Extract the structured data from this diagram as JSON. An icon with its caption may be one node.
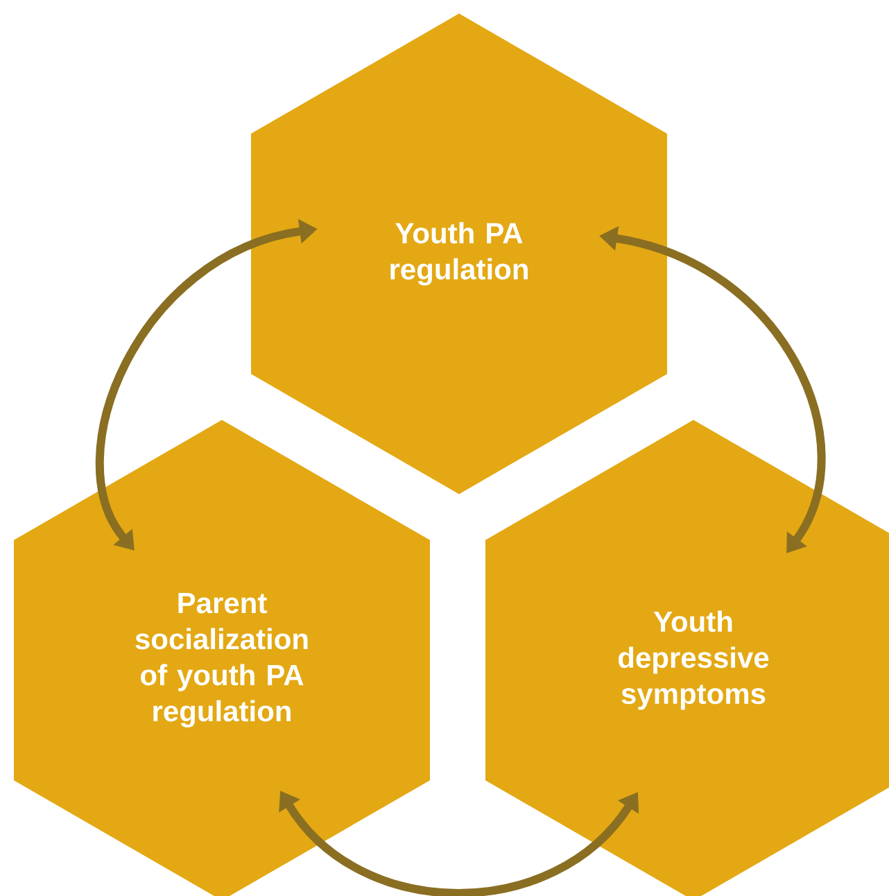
{
  "diagram": {
    "nodes": [
      {
        "text": [
          "Youth PA regulation"
        ]
      },
      {
        "text": [
          "Parent socialization of youth PA regulation"
        ]
      },
      {
        "text": [
          "Youth depressive symptoms"
        ]
      }
    ],
    "edges": [
      {
        "from": 0,
        "to": 1,
        "arrow": "both"
      },
      {
        "from": 0,
        "to": 2,
        "arrow": "both"
      },
      {
        "from": 1,
        "to": 2,
        "arrow": "both"
      }
    ]
  }
}
